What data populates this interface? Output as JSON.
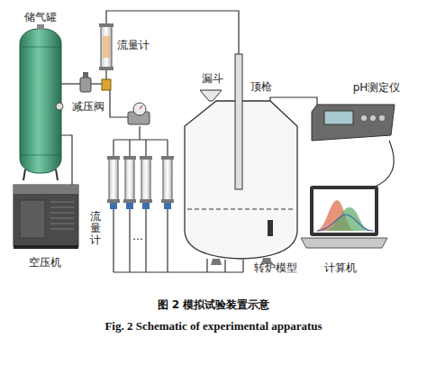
{
  "diagram": {
    "caption": "图 2 模拟试验装置示意",
    "labels": [
      "储气罐",
      "流量计",
      "顶枪",
      "漏斗",
      "减压阀",
      "pH测定仪",
      "流量计",
      "…",
      "空压机",
      "转炉模型",
      "计算机",
      "Fig. 2 Schematic of experimental apparatus"
    ]
  }
}
